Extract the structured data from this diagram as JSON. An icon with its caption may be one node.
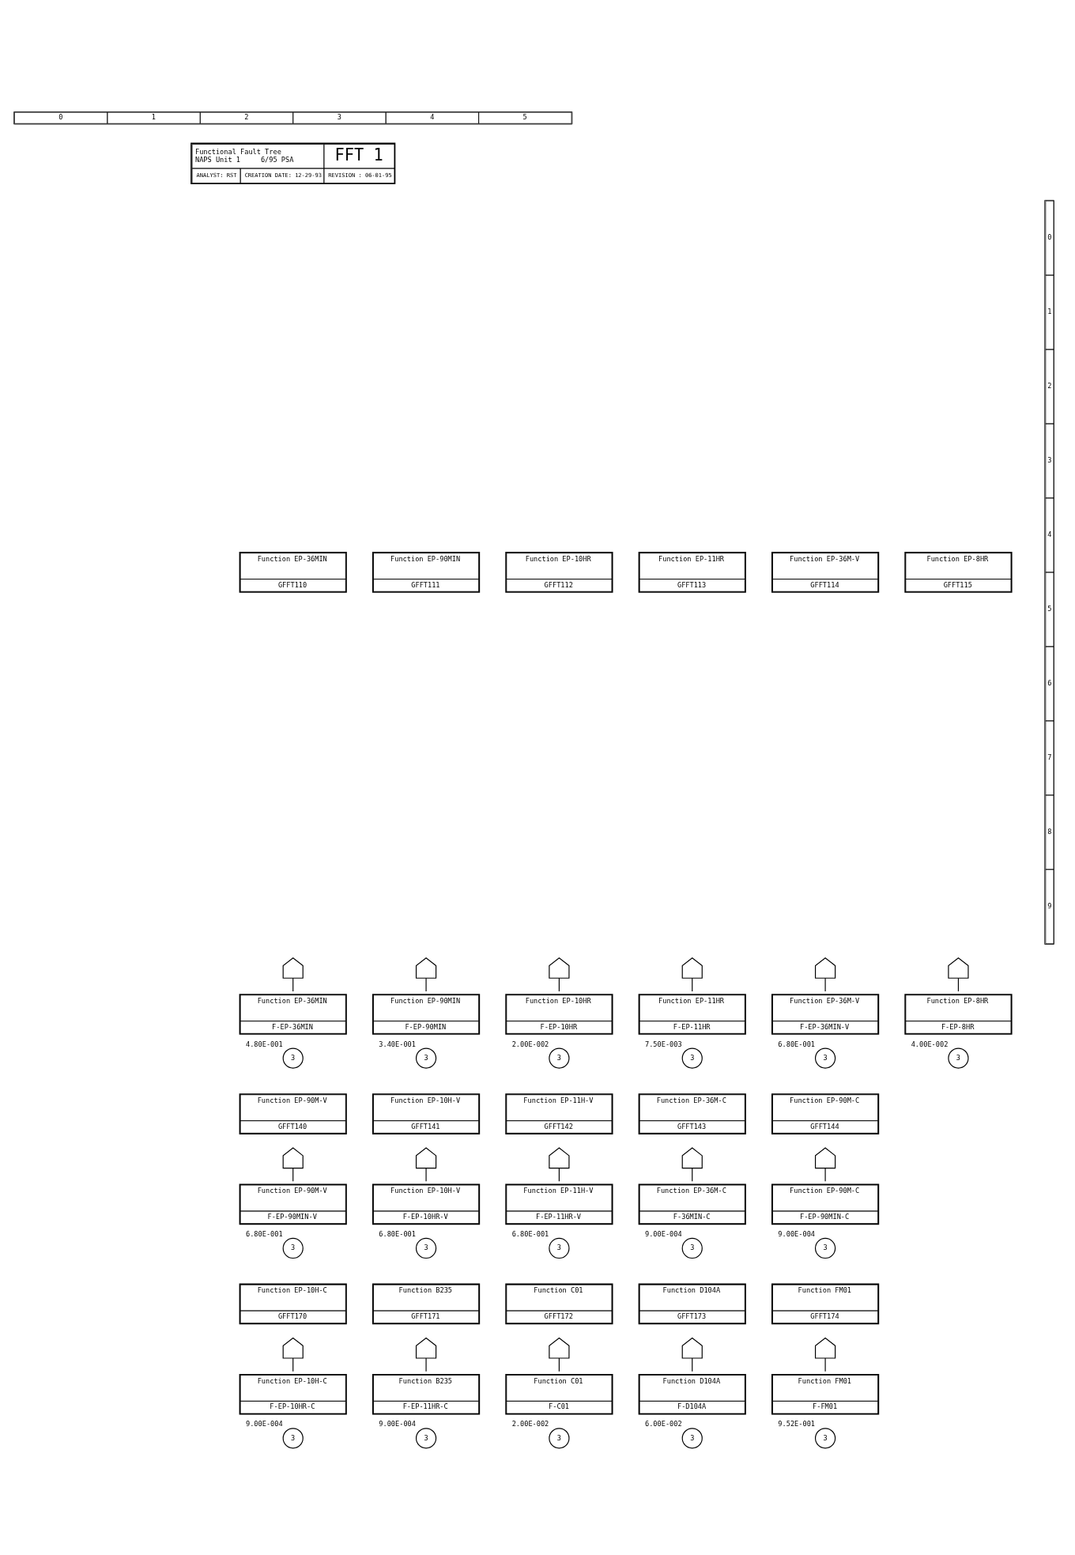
{
  "diagram": {
    "nodes": [
      {
        "text": [
          "Function EP-36MIN",
          "GFFT110"
        ]
      },
      {
        "text": [],
        "shape": "gate"
      },
      {
        "text": [
          "Function EP-36MIN",
          "F-EP-36MIN"
        ]
      },
      {
        "text": [
          "3"
        ],
        "beside": [
          "4.80E-001"
        ]
      },
      {
        "text": [
          "Function EP-90MIN",
          "GFFT111"
        ]
      },
      {
        "text": [],
        "shape": "gate"
      },
      {
        "text": [
          "Function EP-90MIN",
          "F-EP-90MIN"
        ]
      },
      {
        "text": [
          "3"
        ],
        "beside": [
          "3.40E-001"
        ]
      },
      {
        "text": [
          "Function EP-10HR",
          "GFFT112"
        ]
      },
      {
        "text": [],
        "shape": "gate"
      },
      {
        "text": [
          "Function EP-10HR",
          "F-EP-10HR"
        ]
      },
      {
        "text": [
          "3"
        ],
        "beside": [
          "2.00E-002"
        ]
      },
      {
        "text": [
          "Function EP-11HR",
          "GFFT113"
        ]
      },
      {
        "text": [],
        "shape": "gate"
      },
      {
        "text": [
          "Function EP-11HR",
          "F-EP-11HR"
        ]
      },
      {
        "text": [
          "3"
        ],
        "beside": [
          "7.50E-003"
        ]
      },
      {
        "text": [
          "Function EP-36M-V",
          "GFFT114"
        ]
      },
      {
        "text": [],
        "shape": "gate"
      },
      {
        "text": [
          "Function EP-36M-V",
          "F-EP-36MIN-V"
        ]
      },
      {
        "text": [
          "3"
        ],
        "beside": [
          "6.80E-001"
        ]
      },
      {
        "text": [
          "Function EP-8HR",
          "GFFT115"
        ]
      },
      {
        "text": [],
        "shape": "gate"
      },
      {
        "text": [
          "Function EP-8HR",
          "F-EP-8HR"
        ]
      },
      {
        "text": [
          "3"
        ],
        "beside": [
          "4.00E-002"
        ]
      },
      {
        "text": [
          "Function EP-90M-V",
          "GFFT140"
        ]
      },
      {
        "text": [],
        "shape": "gate"
      },
      {
        "text": [
          "Function EP-90M-V",
          "F-EP-90MIN-V"
        ]
      },
      {
        "text": [
          "3"
        ],
        "beside": [
          "6.80E-001"
        ]
      },
      {
        "text": [
          "Function EP-10H-V",
          "GFFT141"
        ]
      },
      {
        "text": [],
        "shape": "gate"
      },
      {
        "text": [
          "Function EP-10H-V",
          "F-EP-10HR-V"
        ]
      },
      {
        "text": [
          "3"
        ],
        "beside": [
          "6.80E-001"
        ]
      },
      {
        "text": [
          "Function EP-11H-V",
          "GFFT142"
        ]
      },
      {
        "text": [],
        "shape": "gate"
      },
      {
        "text": [
          "Function EP-11H-V",
          "F-EP-11HR-V"
        ]
      },
      {
        "text": [
          "3"
        ],
        "beside": [
          "6.80E-001"
        ]
      },
      {
        "text": [
          "Function EP-36M-C",
          "GFFT143"
        ]
      },
      {
        "text": [],
        "shape": "gate"
      },
      {
        "text": [
          "Function EP-36M-C",
          "F-36MIN-C"
        ]
      },
      {
        "text": [
          "3"
        ],
        "beside": [
          "9.00E-004"
        ]
      },
      {
        "text": [
          "Function EP-90M-C",
          "GFFT144"
        ]
      },
      {
        "text": [],
        "shape": "gate"
      },
      {
        "text": [
          "Function EP-90M-C",
          "F-EP-90MIN-C"
        ]
      },
      {
        "text": [
          "3"
        ],
        "beside": [
          "9.00E-004"
        ]
      },
      {
        "text": [
          "Function EP-10H-C",
          "GFFT170"
        ]
      },
      {
        "text": [],
        "shape": "gate"
      },
      {
        "text": [
          "Function EP-10H-C",
          "F-EP-10HR-C"
        ]
      },
      {
        "text": [
          "3"
        ],
        "beside": [
          "9.00E-004"
        ]
      },
      {
        "text": [
          "Function B235",
          "GFFT171"
        ]
      },
      {
        "text": [],
        "shape": "gate"
      },
      {
        "text": [
          "Function B235",
          "F-EP-11HR-C"
        ]
      },
      {
        "text": [
          "3"
        ],
        "beside": [
          "9.00E-004"
        ]
      },
      {
        "text": [
          "Function C01",
          "GFFT172"
        ]
      },
      {
        "text": [],
        "shape": "gate"
      },
      {
        "text": [
          "Function C01",
          "F-C01"
        ]
      },
      {
        "text": [
          "3"
        ],
        "beside": [
          "2.00E-002"
        ]
      },
      {
        "text": [
          "Function D104A",
          "GFFT173"
        ]
      },
      {
        "text": [],
        "shape": "gate"
      },
      {
        "text": [
          "Function D104A",
          "F-D104A"
        ]
      },
      {
        "text": [
          "3"
        ],
        "beside": [
          "6.00E-002"
        ]
      },
      {
        "text": [
          "Function FM01",
          "GFFT174"
        ]
      },
      {
        "text": [],
        "shape": "gate"
      },
      {
        "text": [
          "Function FM01",
          "F-FM01"
        ]
      },
      {
        "text": [
          "3"
        ],
        "beside": [
          "9.52E-001"
        ]
      }
    ],
    "edges": [
      {
        "from": 1,
        "to": 2,
        "arrow": "none"
      },
      {
        "from": 5,
        "to": 6,
        "arrow": "none"
      },
      {
        "from": 9,
        "to": 10,
        "arrow": "none"
      },
      {
        "from": 13,
        "to": 14,
        "arrow": "none"
      },
      {
        "from": 17,
        "to": 18,
        "arrow": "none"
      },
      {
        "from": 21,
        "to": 22,
        "arrow": "none"
      },
      {
        "from": 25,
        "to": 26,
        "arrow": "none"
      },
      {
        "from": 29,
        "to": 30,
        "arrow": "none"
      },
      {
        "from": 33,
        "to": 34,
        "arrow": "none"
      },
      {
        "from": 37,
        "to": 38,
        "arrow": "none"
      },
      {
        "from": 41,
        "to": 42,
        "arrow": "none"
      },
      {
        "from": 45,
        "to": 46,
        "arrow": "none"
      },
      {
        "from": 49,
        "to": 50,
        "arrow": "none"
      },
      {
        "from": 53,
        "to": 54,
        "arrow": "none"
      },
      {
        "from": 57,
        "to": 58,
        "arrow": "none"
      },
      {
        "from": 61,
        "to": 62,
        "arrow": "none"
      }
    ],
    "labels": [
      "0",
      "1",
      "2",
      "3",
      "4",
      "5",
      "Functional Fault Tree",
      "NAPS Unit 1",
      "6/95 PSA",
      "FFT 1",
      "ANALYST: RST",
      "CREATION DATE: 12-29-93",
      "REVISION : 06-01-95",
      "0",
      "1",
      "2",
      "3",
      "4",
      "5",
      "6",
      "7",
      "8",
      "9"
    ]
  }
}
